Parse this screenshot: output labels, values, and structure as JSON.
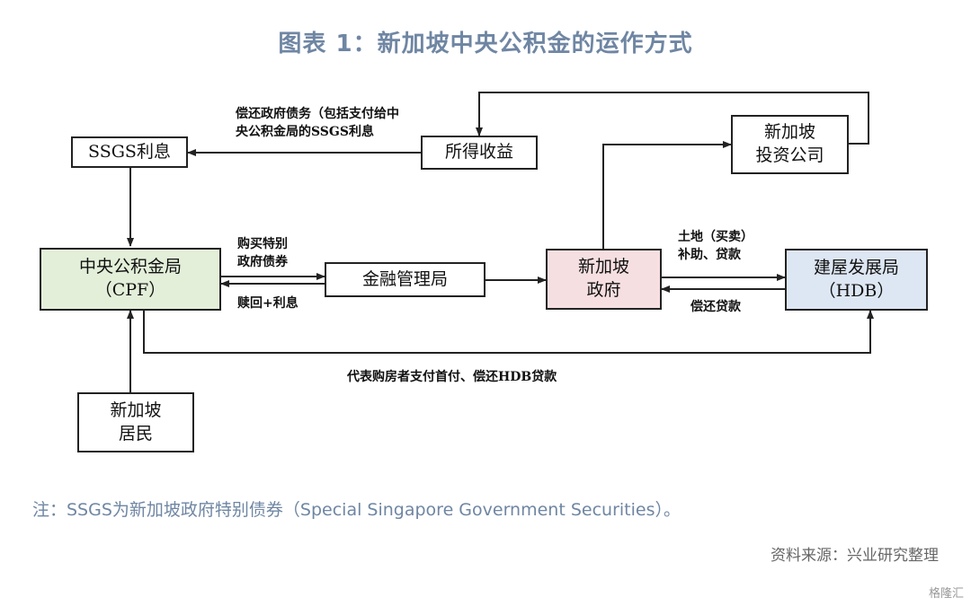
{
  "title": "图表 1：新加坡中央公积金的运作方式",
  "nodes": {
    "ssgs": "SSGS利息",
    "income": "所得收益",
    "gic_l1": "新加坡",
    "gic_l2": "投资公司",
    "cpf_l1": "中央公积金局",
    "cpf_l2": "（CPF）",
    "mas": "金融管理局",
    "gov_l1": "新加坡",
    "gov_l2": "政府",
    "hdb_l1": "建屋发展局",
    "hdb_l2": "（HDB）",
    "res_l1": "新加坡",
    "res_l2": "居民"
  },
  "edges": {
    "repay_l1": "偿还政府债务（包括支付给中",
    "repay_l2": "央公积金局的SSGS利息",
    "buy_l1": "购买特别",
    "buy_l2": "政府债券",
    "redeem": "赎回+利息",
    "land_l1": "土地（买卖）",
    "land_l2": "补助、贷款",
    "repay_loan": "偿还贷款",
    "downpay": "代表购房者支付首付、偿还HDB贷款"
  },
  "note": "注：SSGS为新加坡政府特别债券（Special Singapore Government Securities）。",
  "source": "资料来源：兴业研究整理",
  "watermark": "格隆汇"
}
